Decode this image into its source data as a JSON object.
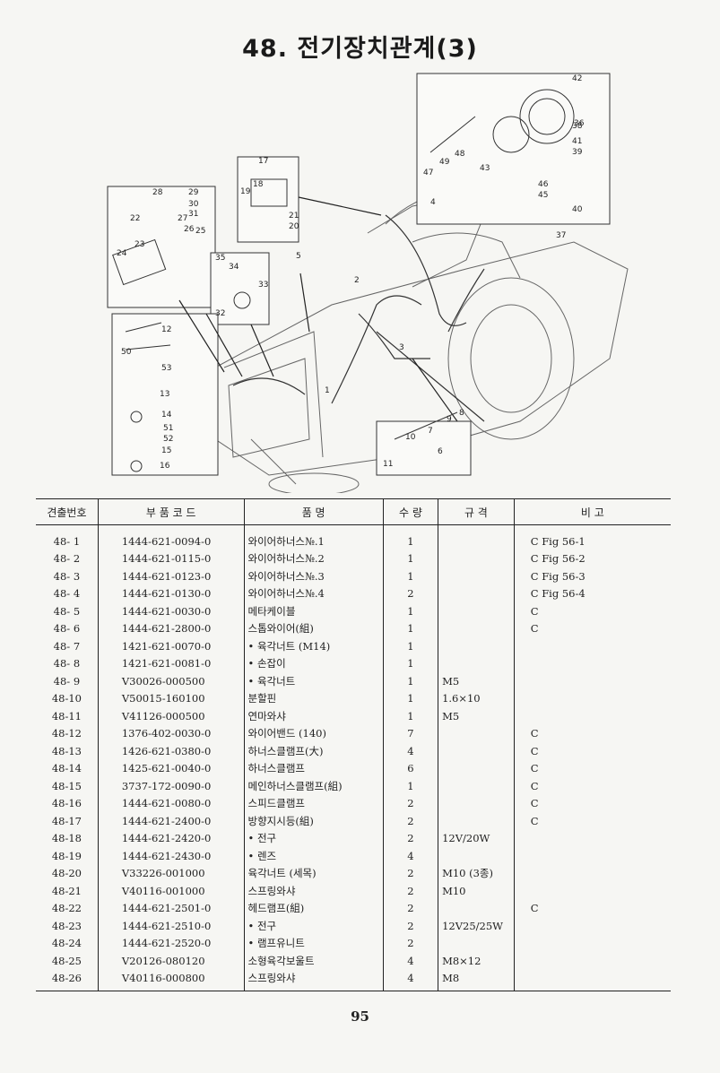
{
  "title": "48. 전기장치관계(3)",
  "diagram": {
    "callouts": [
      "1",
      "2",
      "3",
      "4",
      "5",
      "6",
      "7",
      "8",
      "9",
      "10",
      "11",
      "12",
      "13",
      "14",
      "15",
      "16",
      "17",
      "18",
      "19",
      "20",
      "21",
      "22",
      "23",
      "24",
      "25",
      "26",
      "27",
      "28",
      "29",
      "30",
      "31",
      "32",
      "33",
      "34",
      "35",
      "36",
      "37",
      "38",
      "39",
      "40",
      "41",
      "42",
      "43",
      "45",
      "46",
      "47",
      "48",
      "49",
      "50",
      "51",
      "52",
      "53"
    ]
  },
  "table": {
    "headers": {
      "no": "견출번호",
      "code": "부 품 코 드",
      "name": "품 명",
      "qty": "수 량",
      "spec": "규 격",
      "remark": "비 고"
    },
    "rows": [
      {
        "no": "48- 1",
        "code": "1444-621-0094-0",
        "name": "와이어하너스№.1",
        "qty": "1",
        "spec": "",
        "remark": "C Fig 56-1"
      },
      {
        "no": "48- 2",
        "code": "1444-621-0115-0",
        "name": "와이어하너스№.2",
        "qty": "1",
        "spec": "",
        "remark": "C Fig 56-2"
      },
      {
        "no": "48- 3",
        "code": "1444-621-0123-0",
        "name": "와이어하너스№.3",
        "qty": "1",
        "spec": "",
        "remark": "C Fig 56-3"
      },
      {
        "no": "48- 4",
        "code": "1444-621-0130-0",
        "name": "와이어하너스№.4",
        "qty": "2",
        "spec": "",
        "remark": "C Fig 56-4"
      },
      {
        "no": "48- 5",
        "code": "1444-621-0030-0",
        "name": "메타케이블",
        "qty": "1",
        "spec": "",
        "remark": "C"
      },
      {
        "no": "48- 6",
        "code": "1444-621-2800-0",
        "name": "스톱와이어(組)",
        "qty": "1",
        "spec": "",
        "remark": "C"
      },
      {
        "no": "48- 7",
        "code": "1421-621-0070-0",
        "name": "• 육각너트 (M14)",
        "qty": "1",
        "spec": "",
        "remark": ""
      },
      {
        "no": "48- 8",
        "code": "1421-621-0081-0",
        "name": "• 손잡이",
        "qty": "1",
        "spec": "",
        "remark": ""
      },
      {
        "no": "48- 9",
        "code": "V30026-000500",
        "name": "• 육각너트",
        "qty": "1",
        "spec": "M5",
        "remark": ""
      },
      {
        "no": "48-10",
        "code": "V50015-160100",
        "name": "분할핀",
        "qty": "1",
        "spec": "1.6×10",
        "remark": ""
      },
      {
        "no": "48-11",
        "code": "V41126-000500",
        "name": "연마와샤",
        "qty": "1",
        "spec": "M5",
        "remark": ""
      },
      {
        "no": "48-12",
        "code": "1376-402-0030-0",
        "name": "와이어밴드 (140)",
        "qty": "7",
        "spec": "",
        "remark": "C"
      },
      {
        "no": "48-13",
        "code": "1426-621-0380-0",
        "name": "하너스클램프(大)",
        "qty": "4",
        "spec": "",
        "remark": "C"
      },
      {
        "no": "48-14",
        "code": "1425-621-0040-0",
        "name": "하너스클램프",
        "qty": "6",
        "spec": "",
        "remark": "C"
      },
      {
        "no": "48-15",
        "code": "3737-172-0090-0",
        "name": "메인하너스클램프(組)",
        "qty": "1",
        "spec": "",
        "remark": "C"
      },
      {
        "no": "48-16",
        "code": "1444-621-0080-0",
        "name": "스피드클램프",
        "qty": "2",
        "spec": "",
        "remark": "C"
      },
      {
        "no": "48-17",
        "code": "1444-621-2400-0",
        "name": "방향지시등(組)",
        "qty": "2",
        "spec": "",
        "remark": "C"
      },
      {
        "no": "48-18",
        "code": "1444-621-2420-0",
        "name": "• 전구",
        "qty": "2",
        "spec": "12V/20W",
        "remark": ""
      },
      {
        "no": "48-19",
        "code": "1444-621-2430-0",
        "name": "• 렌즈",
        "qty": "4",
        "spec": "",
        "remark": ""
      },
      {
        "no": "48-20",
        "code": "V33226-001000",
        "name": "육각너트 (세목)",
        "qty": "2",
        "spec": "M10 (3종)",
        "remark": ""
      },
      {
        "no": "48-21",
        "code": "V40116-001000",
        "name": "스프링와샤",
        "qty": "2",
        "spec": "M10",
        "remark": ""
      },
      {
        "no": "48-22",
        "code": "1444-621-2501-0",
        "name": "헤드램프(組)",
        "qty": "2",
        "spec": "",
        "remark": "C"
      },
      {
        "no": "48-23",
        "code": "1444-621-2510-0",
        "name": "• 전구",
        "qty": "2",
        "spec": "12V25/25W",
        "remark": ""
      },
      {
        "no": "48-24",
        "code": "1444-621-2520-0",
        "name": "• 램프유니트",
        "qty": "2",
        "spec": "",
        "remark": ""
      },
      {
        "no": "48-25",
        "code": "V20126-080120",
        "name": "소형육각보울트",
        "qty": "4",
        "spec": "M8×12",
        "remark": ""
      },
      {
        "no": "48-26",
        "code": "V40116-000800",
        "name": "스프링와샤",
        "qty": "4",
        "spec": "M8",
        "remark": ""
      }
    ]
  },
  "page_number": "95"
}
